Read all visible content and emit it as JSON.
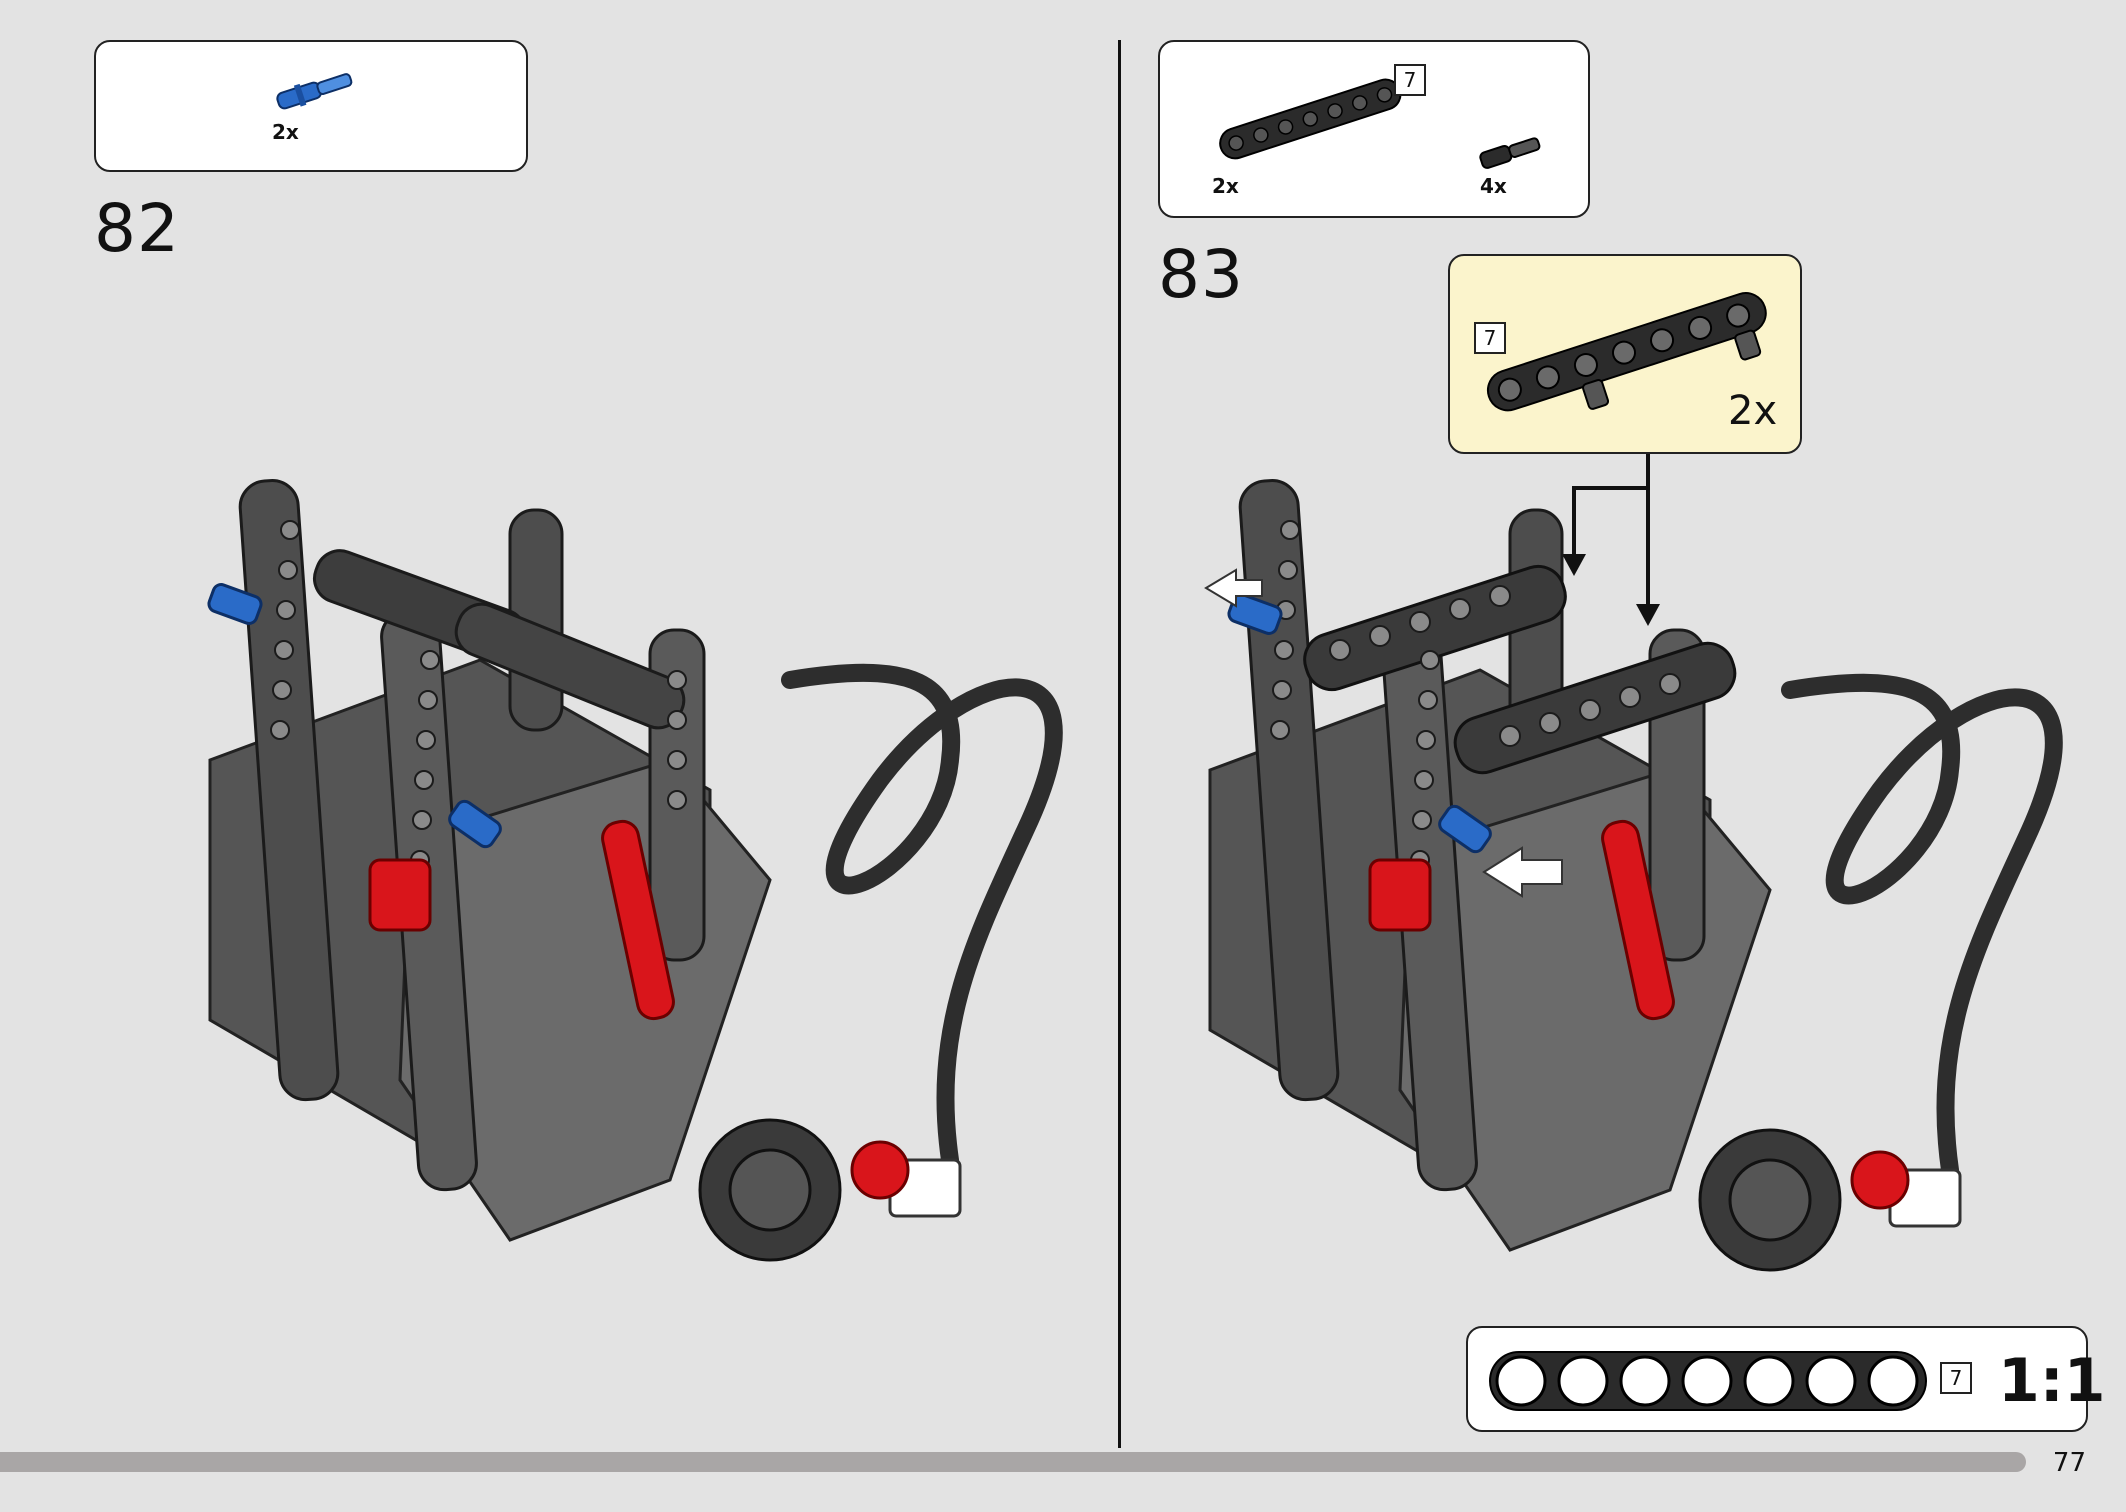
{
  "left_step": {
    "number": "82",
    "parts": [
      {
        "name": "blue axle pin",
        "quantity": "2x"
      }
    ]
  },
  "right_step": {
    "number": "83",
    "parts": [
      {
        "name": "black 7-hole beam",
        "quantity": "2x",
        "length": "7"
      },
      {
        "name": "black friction pin",
        "quantity": "4x"
      }
    ],
    "subassembly": {
      "length": "7",
      "quantity": "2x"
    }
  },
  "scale_reference": {
    "length": "7",
    "ratio": "1:1",
    "holes": 7
  },
  "page_number": "77",
  "colors": {
    "background": "#e3e3e3",
    "callout_fill": "#ffffff",
    "subassembly_fill": "#fbf4cc",
    "blue_part": "#2a6bc8",
    "red_part": "#d9151b",
    "dark_part": "#333333",
    "mid_part": "#6b6b6b"
  }
}
